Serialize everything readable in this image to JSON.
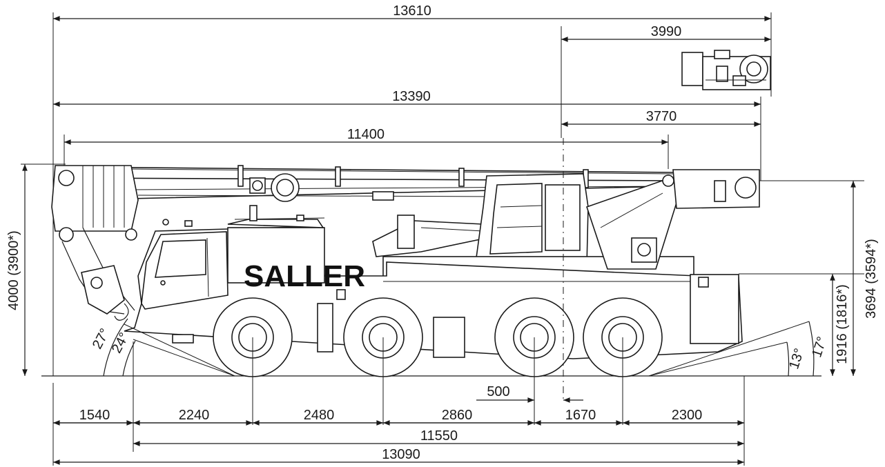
{
  "brand": "SALLER",
  "dimensions": {
    "overall_length_top": "13610",
    "counterweight_offset": "3990",
    "length_13390": "13390",
    "offset_3770": "3770",
    "boom_length": "11400",
    "height_total": "4000 (3900*)",
    "height_3694": "3694 (3594*)",
    "height_1916": "1916 (1816*)",
    "dim_500": "500",
    "segments": [
      "1540",
      "2240",
      "2480",
      "2860",
      "1670",
      "2300"
    ],
    "length_11550": "11550",
    "length_13090": "13090"
  },
  "angles": {
    "front_approach_outer": "27°",
    "front_approach_inner": "24°",
    "rear_departure_outer": "17°",
    "rear_departure_inner": "13°"
  }
}
